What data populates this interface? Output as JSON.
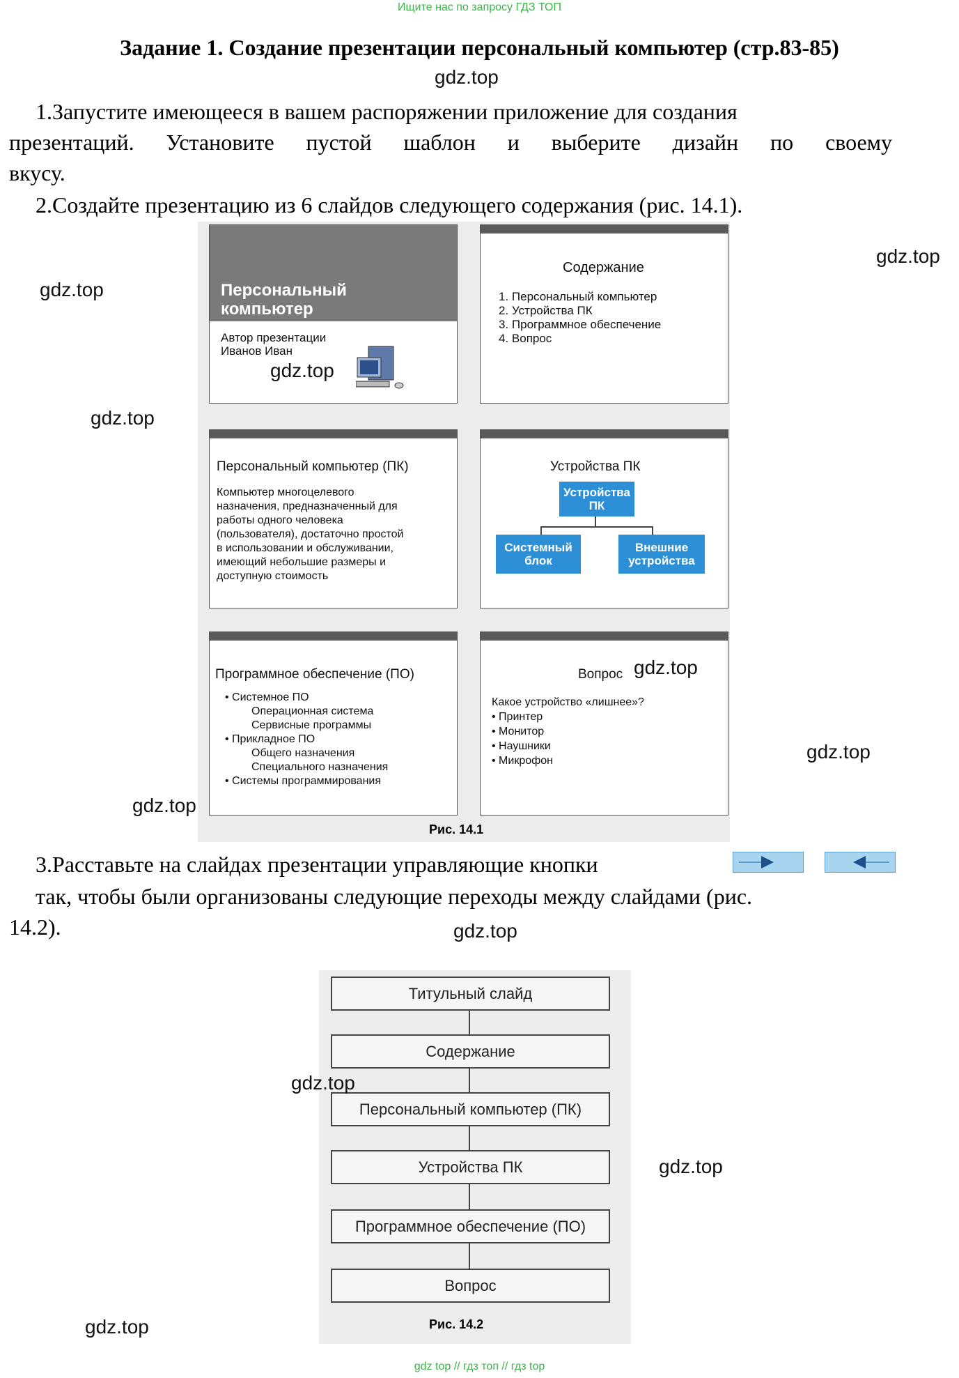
{
  "banner": "Ищите нас по запросу ГДЗ ТОП",
  "title": "Задание 1. Создание презентации персональный компьютер (стр.83-85)",
  "watermark": "gdz.top",
  "paragraphs": {
    "p1_line1": "1.Запустите имеющееся в вашем распоряжении приложение для создания",
    "p1_line2": "презентаций. Установите пустой шаблон и выберите дизайн по своему",
    "p1_line3": "вкусу.",
    "p2": "2.Создайте презентацию из 6 слайдов следующего содержания (рис. 14.1).",
    "p3_line1": "3.Расставьте на слайдах презентации управляющие кнопки",
    "p3_line2": "так, чтобы были организованы следующие переходы между слайдами (рис.",
    "p3_line3": "14.2)."
  },
  "figure1": {
    "caption": "Рис. 14.1",
    "slide1": {
      "title_line1": "Персональный",
      "title_line2": "компьютер",
      "author_line1": "Автор презентации",
      "author_line2": "Иванов Иван"
    },
    "slide2": {
      "title": "Содержание",
      "items": [
        "1. Персональный компьютер",
        "2. Устройства ПК",
        "3. Программное обеспечение",
        "4. Вопрос"
      ]
    },
    "slide3": {
      "title": "Персональный компьютер (ПК)",
      "lines": [
        "Компьютер  многоцелевого",
        "назначения, предназначенный для",
        "работы одного человека",
        "(пользователя), достаточно простой",
        "в использовании и обслуживании,",
        "имеющий небольшие размеры и",
        "доступную стоимость"
      ]
    },
    "slide4": {
      "title": "Устройства ПК",
      "box_top": "Устройства ПК",
      "box_left": "Системный блок",
      "box_right": "Внешние устройства"
    },
    "slide5": {
      "title": "Программное обеспечение (ПО)",
      "items": [
        "• Системное ПО",
        "Операционная система",
        "Сервисные программы",
        "• Прикладное ПО",
        "Общего назначения",
        "Специального назначения",
        "• Системы программирования"
      ]
    },
    "slide6": {
      "title": "Вопрос",
      "question": "Какое устройство «лишнее»?",
      "items": [
        "• Принтер",
        "• Монитор",
        "• Наушники",
        "• Микрофон"
      ]
    }
  },
  "figure2": {
    "caption": "Рис. 14.2",
    "boxes": [
      "Титульный слайд",
      "Содержание",
      "Персональный компьютер (ПК)",
      "Устройства ПК",
      "Программное обеспечение (ПО)",
      "Вопрос"
    ]
  },
  "footer": "gdz top  //  гдз топ  //  гдз top"
}
